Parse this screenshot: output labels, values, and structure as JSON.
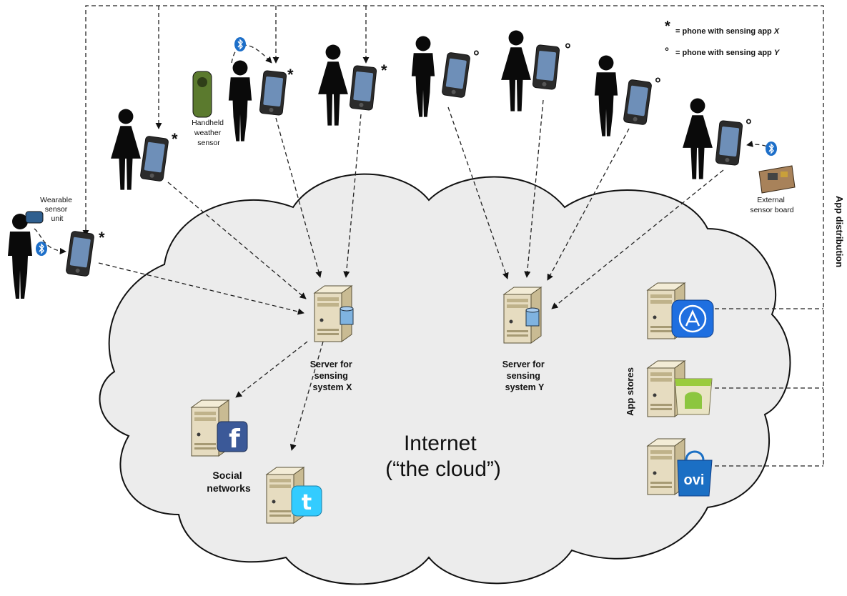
{
  "legend": {
    "line1": "= phone with sensing app X",
    "line2": "= phone with sensing app Y",
    "star_symbol": "*",
    "ring_symbol": "°"
  },
  "labels": {
    "wearable": [
      "Wearable",
      "sensor",
      "unit"
    ],
    "handheld": [
      "Handheld",
      "weather",
      "sensor"
    ],
    "external": [
      "External",
      "sensor board"
    ],
    "server_x": [
      "Server for",
      "sensing",
      "system X"
    ],
    "server_y": [
      "Server for",
      "sensing",
      "system Y"
    ],
    "social": [
      "Social",
      "networks"
    ],
    "app_stores": "App stores",
    "app_distribution": "App distribution",
    "internet": [
      "Internet",
      "(“the cloud”)"
    ],
    "facebook_glyph": "f",
    "twitter_glyph": "t",
    "ovi": "ovi"
  },
  "icons": [
    "person-icon",
    "phone-icon",
    "server-icon",
    "bluetooth-icon",
    "facebook-icon",
    "twitter-icon",
    "app-store-icon",
    "android-market-icon",
    "ovi-store-icon"
  ],
  "colors": {
    "cloud_fill": "#ececec",
    "bluetooth": "#1d6fc9",
    "facebook": "#3b5998",
    "twitter": "#33ccff",
    "appstore": "#1f6fe0",
    "ovi": "#1b6fc4"
  }
}
